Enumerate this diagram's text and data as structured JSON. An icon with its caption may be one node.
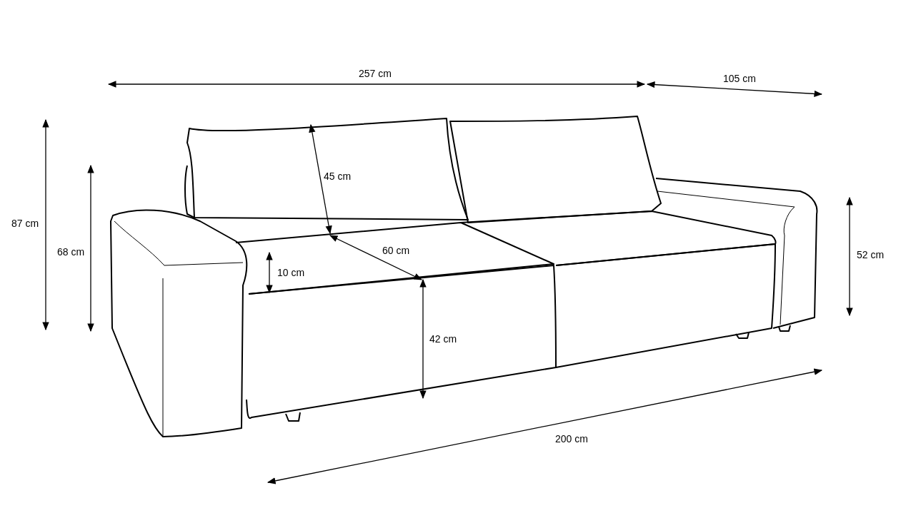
{
  "diagram": {
    "labels": [
      "257 cm",
      "105 cm",
      "87 cm",
      "68 cm",
      "45 cm",
      "60 cm",
      "10 cm",
      "52 cm",
      "42 cm",
      "200 cm"
    ]
  }
}
